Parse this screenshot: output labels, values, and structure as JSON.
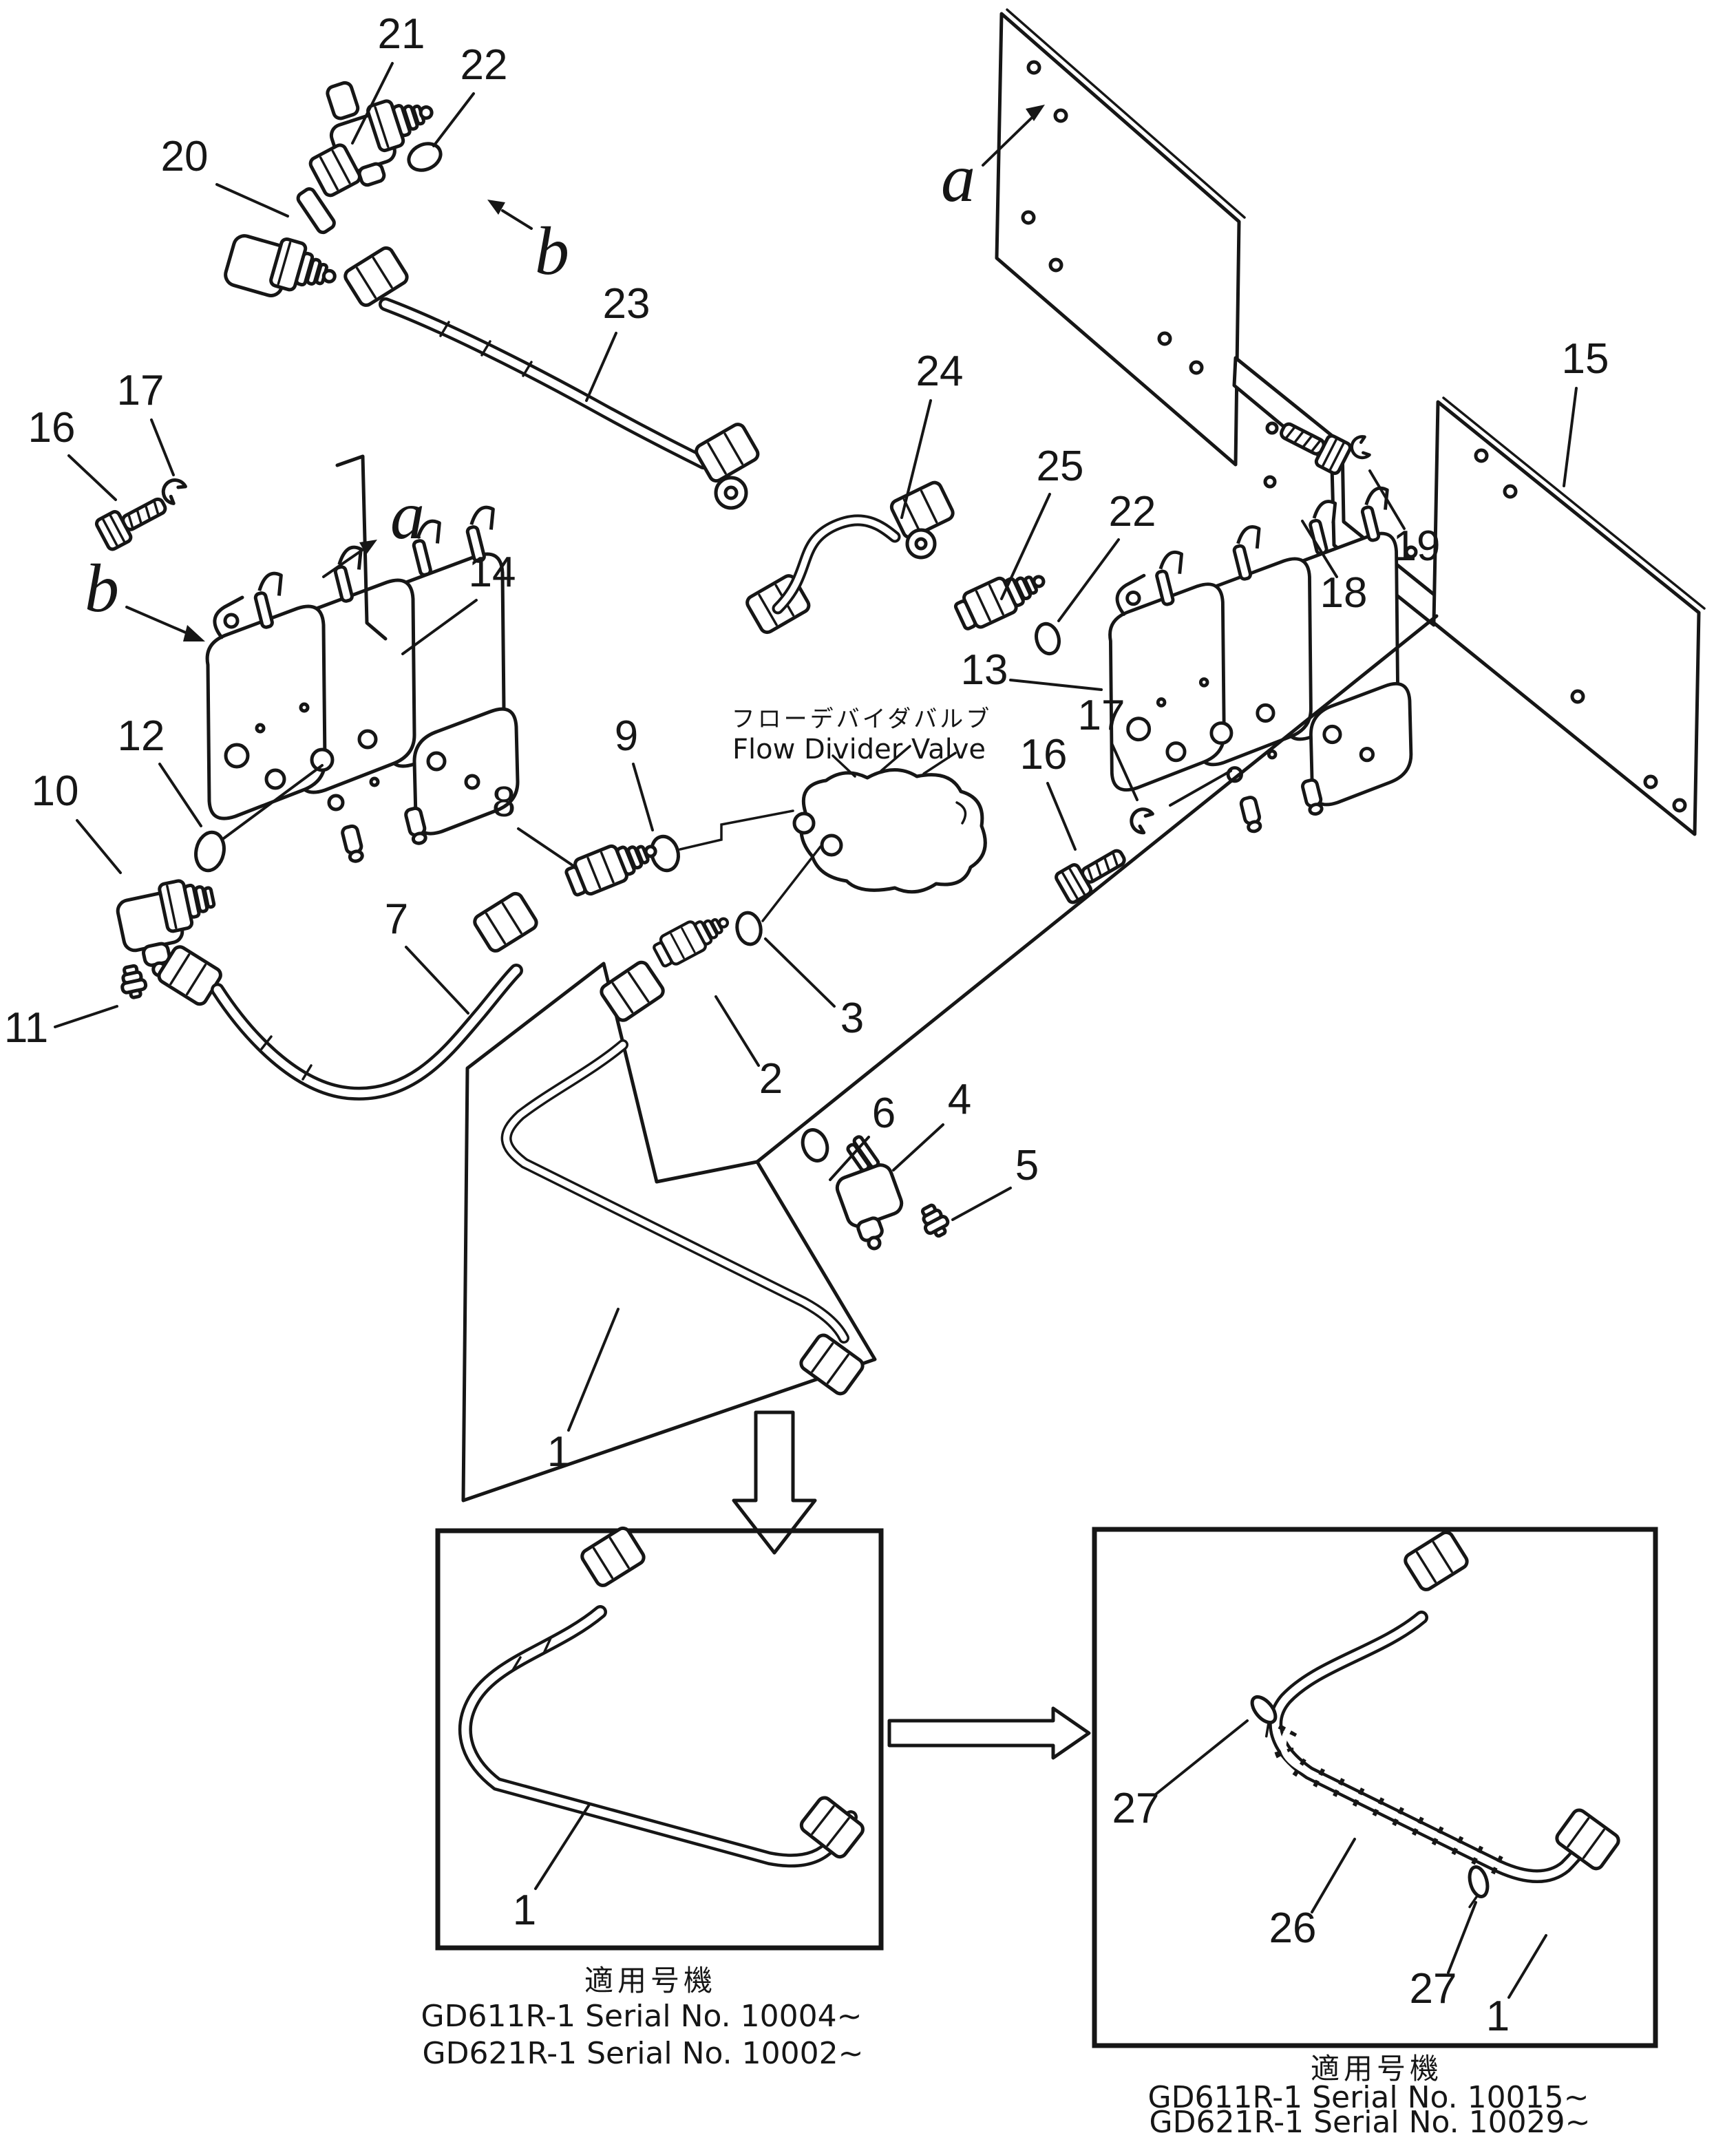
{
  "diagram_title": {
    "flow_divider_ja": "フローデバイダバルブ",
    "flow_divider_en": "Flow Divider Valve"
  },
  "callouts": {
    "n1": "1",
    "n2": "2",
    "n3": "3",
    "n4": "4",
    "n5": "5",
    "n6": "6",
    "n7": "7",
    "n8": "8",
    "n9": "9",
    "n10": "10",
    "n11": "11",
    "n12": "12",
    "n13": "13",
    "n14": "14",
    "n15": "15",
    "n16": "16",
    "n17": "17",
    "n18": "18",
    "n19": "19",
    "n20": "20",
    "n21": "21",
    "n22": "22",
    "n23": "23",
    "n24": "24",
    "n25": "25",
    "n26": "26",
    "n27": "27",
    "letter_a": "a",
    "letter_b": "b"
  },
  "captions": {
    "box1": {
      "title": "適用号機",
      "line1": "GD611R-1  Serial  No.  10004~",
      "line2": "GD621R-1  Serial  No.  10002~"
    },
    "box2": {
      "title": "適用号機",
      "line1": "GD611R-1  Serial  No.  10015~",
      "line2": "GD621R-1  Serial  No.  10029~"
    }
  },
  "colors": {
    "ink": "#161616",
    "paper": "#ffffff"
  }
}
